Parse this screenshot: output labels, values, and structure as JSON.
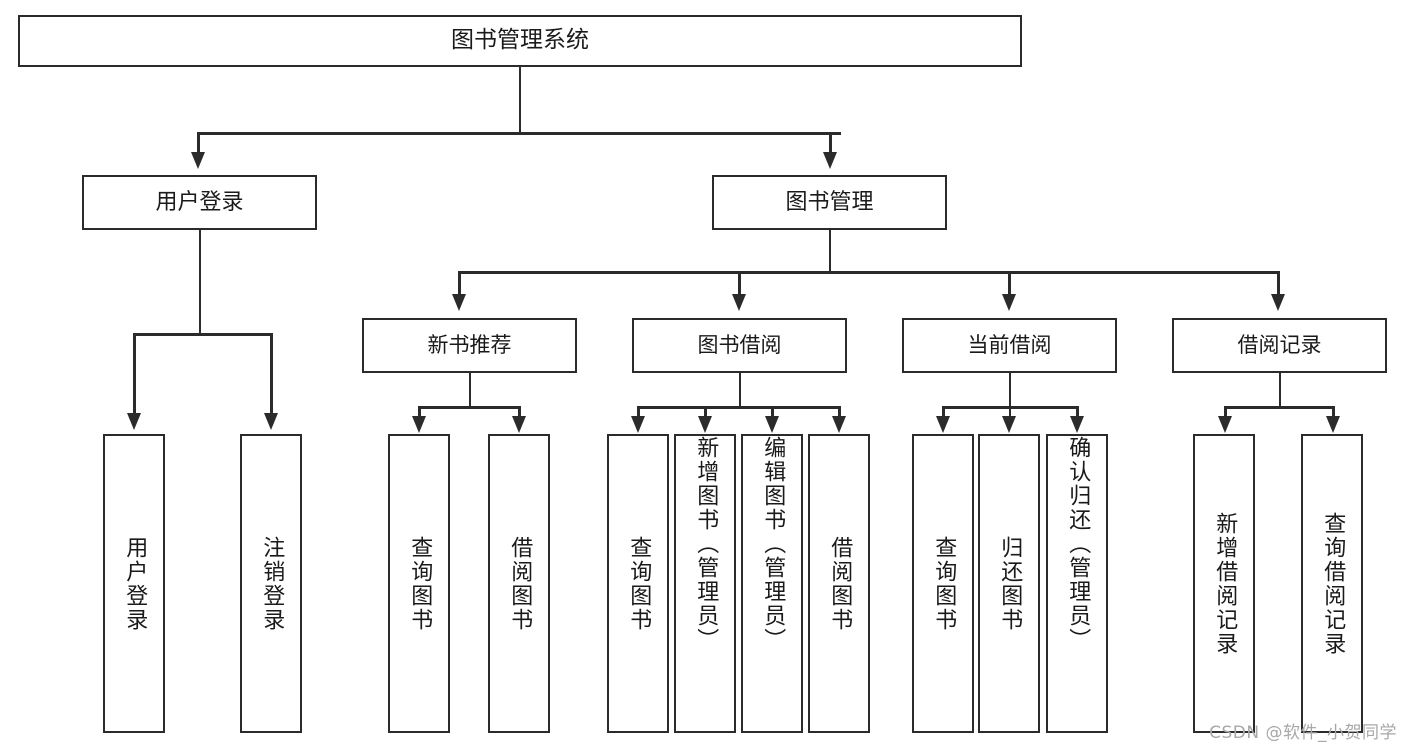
{
  "diagram": {
    "type": "tree",
    "title": "图书管理系统",
    "orientation": "top-down",
    "colors": {
      "stroke": "#2b2b2b",
      "fill": "#ffffff",
      "text": "#1a1a1a",
      "watermark": "#a8a8a8"
    },
    "root": {
      "label": "图书管理系统"
    },
    "level2": [
      {
        "label": "用户登录"
      },
      {
        "label": "图书管理"
      }
    ],
    "level3": [
      {
        "label": "新书推荐"
      },
      {
        "label": "图书借阅"
      },
      {
        "label": "当前借阅"
      },
      {
        "label": "借阅记录"
      }
    ],
    "leaves": {
      "user_login": [
        {
          "label": "用户登录"
        },
        {
          "label": "注销登录"
        }
      ],
      "new_book_recommend": [
        {
          "label": "查询图书"
        },
        {
          "label": "借阅图书"
        }
      ],
      "book_borrow": [
        {
          "label": "查询图书"
        },
        {
          "label": "新增图书（管理员）"
        },
        {
          "label": "编辑图书（管理员）"
        },
        {
          "label": "借阅图书"
        }
      ],
      "current_borrow": [
        {
          "label": "查询图书"
        },
        {
          "label": "归还图书"
        },
        {
          "label": "确认归还（管理员）"
        }
      ],
      "borrow_record": [
        {
          "label": "新增借阅记录"
        },
        {
          "label": "查询借阅记录"
        }
      ]
    }
  },
  "watermark": {
    "text": "CSDN @软件_小贺同学"
  }
}
